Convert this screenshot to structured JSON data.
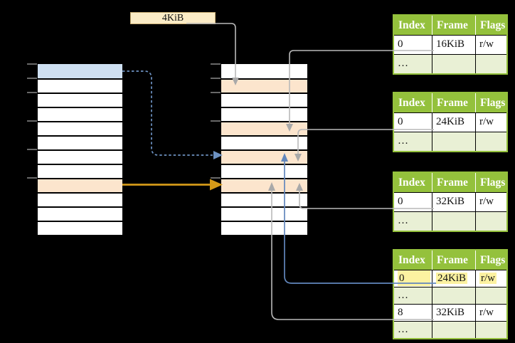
{
  "label": {
    "text": "4KiB"
  },
  "colors": {
    "background": "#000000",
    "row_white": "#ffffff",
    "row_blue": "#cfe0f2",
    "row_orange": "#fce5cd",
    "label_fill": "#fbecc6",
    "table_green": "#94c13c",
    "table_row_green": "#e9f0d5",
    "highlight_yellow": "#fcf2a1",
    "arrow_gray": "#b9b9b9",
    "arrowhead_gray": "#a9a9a9",
    "arrow_blue": "#6287bd",
    "arrow_dashed_blue": "#6d92c2",
    "arrow_gold": "#d59a18",
    "tick_gray": "#8a8a8a"
  },
  "vm": {
    "rows": [
      {
        "fill": "#cfe0f2"
      },
      {
        "fill": "#ffffff"
      },
      {
        "fill": "#ffffff"
      },
      {
        "fill": "#ffffff"
      },
      {
        "fill": "#ffffff"
      },
      {
        "fill": "#ffffff"
      },
      {
        "fill": "#ffffff"
      },
      {
        "fill": "#ffffff"
      },
      {
        "fill": "#fce5cd"
      },
      {
        "fill": "#ffffff"
      },
      {
        "fill": "#ffffff"
      },
      {
        "fill": "#ffffff"
      }
    ]
  },
  "pm": {
    "rows": [
      {
        "fill": "#ffffff"
      },
      {
        "fill": "#fce5cd"
      },
      {
        "fill": "#ffffff"
      },
      {
        "fill": "#ffffff"
      },
      {
        "fill": "#fce5cd"
      },
      {
        "fill": "#ffffff"
      },
      {
        "fill": "#fce5cd"
      },
      {
        "fill": "#ffffff"
      },
      {
        "fill": "#fce5cd"
      },
      {
        "fill": "#ffffff"
      },
      {
        "fill": "#ffffff"
      },
      {
        "fill": "#ffffff"
      }
    ]
  },
  "tables": [
    {
      "headers": [
        "Index",
        "Frame",
        "Flags"
      ],
      "rows": [
        {
          "index": "0",
          "frame": "16KiB",
          "flags": "r/w",
          "bg": "#ffffff"
        },
        {
          "index": "…",
          "frame": "",
          "flags": "",
          "bg": "#e9f0d5"
        }
      ]
    },
    {
      "headers": [
        "Index",
        "Frame",
        "Flags"
      ],
      "rows": [
        {
          "index": "0",
          "frame": "24KiB",
          "flags": "r/w",
          "bg": "#ffffff"
        },
        {
          "index": "…",
          "frame": "",
          "flags": "",
          "bg": "#e9f0d5"
        }
      ]
    },
    {
      "headers": [
        "Index",
        "Frame",
        "Flags"
      ],
      "rows": [
        {
          "index": "0",
          "frame": "32KiB",
          "flags": "r/w",
          "bg": "#ffffff"
        },
        {
          "index": "…",
          "frame": "",
          "flags": "",
          "bg": "#e9f0d5"
        }
      ]
    },
    {
      "headers": [
        "Index",
        "Frame",
        "Flags"
      ],
      "rows": [
        {
          "index": "0",
          "frame": "24KiB",
          "flags": "r/w",
          "bg": "#ffffff",
          "highlighted": true
        },
        {
          "index": "…",
          "frame": "",
          "flags": "",
          "bg": "#e9f0d5"
        },
        {
          "index": "8",
          "frame": "32KiB",
          "flags": "r/w",
          "bg": "#ffffff"
        },
        {
          "index": "…",
          "frame": "",
          "flags": "",
          "bg": "#e9f0d5"
        }
      ]
    }
  ]
}
